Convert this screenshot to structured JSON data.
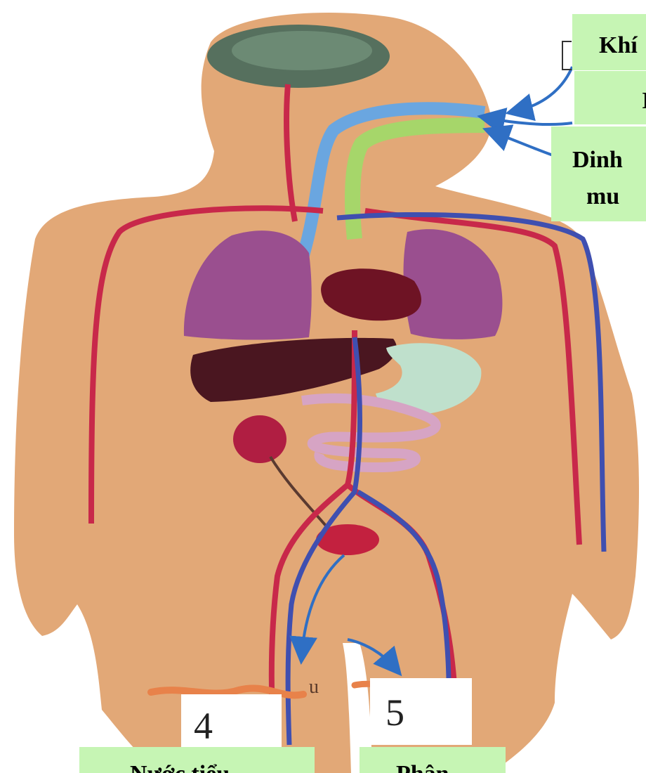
{
  "labels": {
    "top_line1": "Khí",
    "top_line2": "I",
    "mid_line1": "Dinh",
    "mid_line2": "mu",
    "bottom_left": "Nước tiểu",
    "bottom_right": "Phân"
  },
  "boxes": {
    "box_4": "4",
    "box_5": "5"
  },
  "faint_text": "u",
  "colors": {
    "skin": "#e2a877",
    "artery": "#c8284a",
    "vein": "#3f4fb0",
    "label_bg": "#c6f5b4",
    "lung": "#9a4f8f",
    "liver": "#4a1620",
    "arrow": "#2f6fc4"
  }
}
